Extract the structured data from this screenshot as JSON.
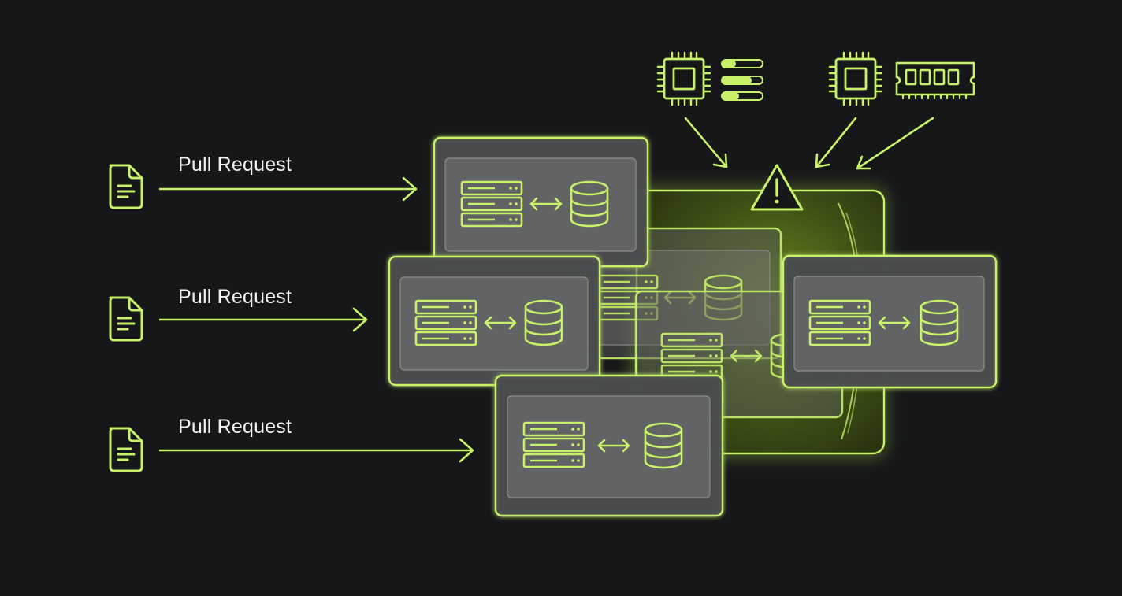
{
  "pull_requests": [
    {
      "label": "Pull Request"
    },
    {
      "label": "Pull Request"
    },
    {
      "label": "Pull Request"
    }
  ],
  "colors": {
    "background": "#161719",
    "accent": "#c8f26a",
    "card_fill": "#4a4b4d",
    "text": "#f2f4ef"
  },
  "icons": [
    "document-icon",
    "arrow-right-icon",
    "server-rack-icon",
    "double-arrow-icon",
    "database-icon",
    "cpu-chip-icon",
    "slider-bars-icon",
    "ram-module-icon",
    "warning-triangle-icon"
  ]
}
